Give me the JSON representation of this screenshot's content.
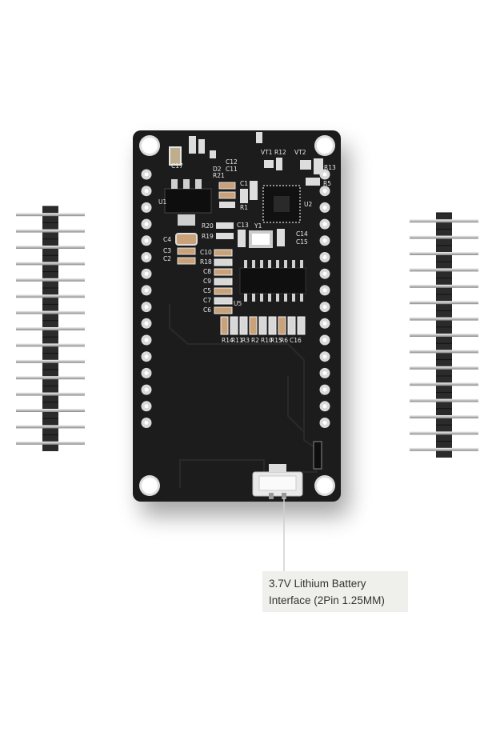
{
  "product": {
    "board": {
      "silkscreen_labels": [
        "C17",
        "VT1",
        "R12",
        "VT2",
        "R13",
        "R5",
        "C12",
        "C11",
        "R21",
        "D2",
        "C1",
        "R1",
        "U1",
        "U2",
        "C13",
        "Y1",
        "C14",
        "C15",
        "R20",
        "R19",
        "C4",
        "C3",
        "C2",
        "C10",
        "R18",
        "C8",
        "C9",
        "C5",
        "C7",
        "C6",
        "U5",
        "R14",
        "R11",
        "R3",
        "R2",
        "R10",
        "R15",
        "R6",
        "C16"
      ]
    },
    "header_pins": {
      "left_count": 15,
      "right_count": 15
    },
    "callout": {
      "line1": "3.7V Lithium Battery",
      "line2": "Interface (2Pin 1.25MM)"
    },
    "colors": {
      "pcb": "#1a1a1a",
      "pads": "#d9d9d9",
      "header_plastic": "#2b2b2b",
      "callout_bg": "#efefec"
    }
  }
}
